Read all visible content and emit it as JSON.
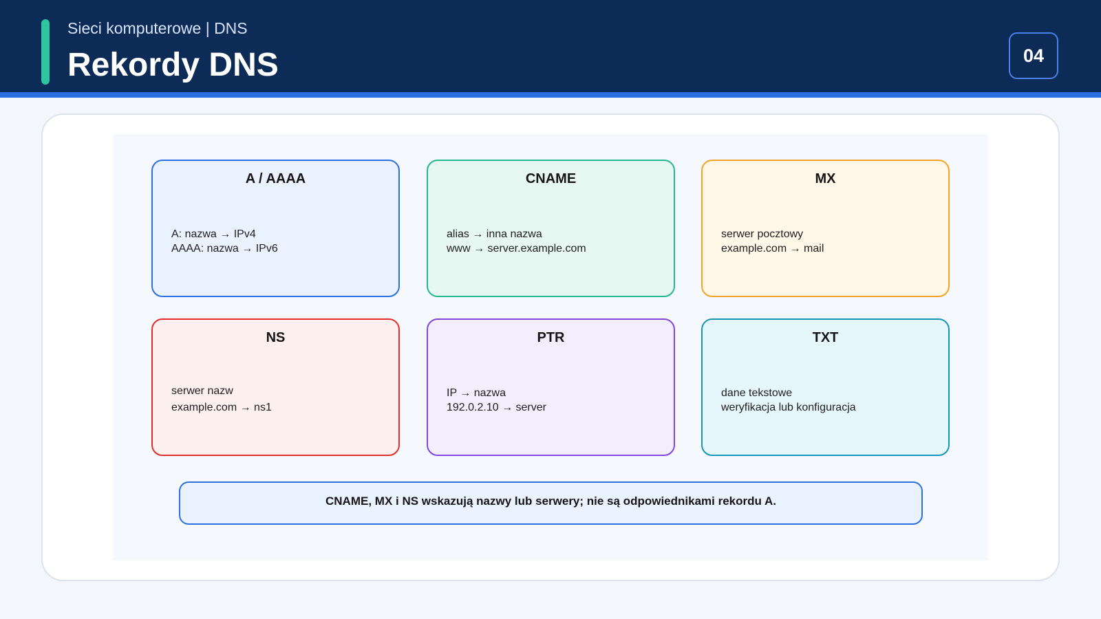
{
  "header": {
    "subtitle": "Sieci komputerowe | DNS",
    "title": "Rekordy DNS",
    "slide_number": "04",
    "background_color": "#0d2b57",
    "accent_color": "#2ec5a0",
    "stripe_color": "#2b70e0"
  },
  "records": [
    {
      "title": "A / AAAA",
      "lines": [
        "A: nazwa → IPv4",
        "AAAA: nazwa → IPv6"
      ],
      "color": "#2b70e0"
    },
    {
      "title": "CNAME",
      "lines": [
        "alias → inna nazwa",
        "www → server.example.com"
      ],
      "color": "#22b88f"
    },
    {
      "title": "MX",
      "lines": [
        "serwer pocztowy",
        "example.com → mail"
      ],
      "color": "#f4a326"
    },
    {
      "title": "NS",
      "lines": [
        "serwer nazw",
        "example.com → ns1"
      ],
      "color": "#df2e2e"
    },
    {
      "title": "PTR",
      "lines": [
        "IP → nazwa",
        "192.0.2.10 → server"
      ],
      "color": "#8047de"
    },
    {
      "title": "TXT",
      "lines": [
        "dane tekstowe",
        "weryfikacja lub konfiguracja"
      ],
      "color": "#1596b8"
    }
  ],
  "note": {
    "text": "CNAME, MX i NS wskazują nazwy lub serwery; nie są odpowiednikami rekordu A.",
    "color": "#2b70e0"
  }
}
